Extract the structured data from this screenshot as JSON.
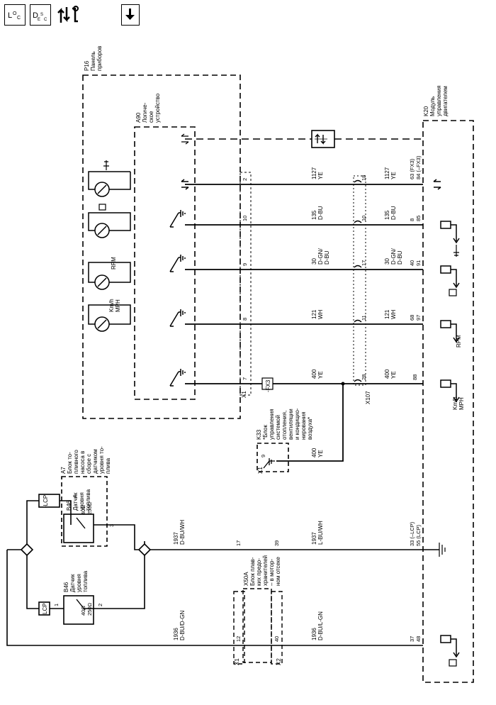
{
  "toolbar": {
    "loc": "L",
    "loc_sub": "O",
    "loc_sub2": "C",
    "desc": "D",
    "desc_sub": "E",
    "desc_sub2": "S",
    "desc_sub3": "C"
  },
  "components": {
    "p16": "P16",
    "p16_name_1": "Панель",
    "p16_name_2": "приборов",
    "a90": "A90",
    "a90_name_1": "Логиче-",
    "a90_name_2": "ское",
    "a90_name_3": "устройство",
    "k20": "K20",
    "k20_name_1": "Модуль",
    "k20_name_2": "управления",
    "k20_name_3": "двигателем",
    "k33": "K33",
    "k33_name_1": "*Блок",
    "k33_name_2": "управления",
    "k33_name_3": "системой",
    "k33_name_4": "отопления,",
    "k33_name_5": "вентиляции",
    "k33_name_6": "и кондицио-",
    "k33_name_7": "нирования",
    "k33_name_8": "воздуха*",
    "a7": "A7",
    "a7_name_1": "Блок то-",
    "a7_name_2": "пливного",
    "a7_name_3": "насоса в",
    "a7_name_4": "сборе с",
    "a7_name_5": "датчиком",
    "a7_name_6": "уровня то-",
    "a7_name_7": "плива",
    "b46a": "B46",
    "b46a_name_1": "Датчик",
    "b46a_name_2": "уровня",
    "b46a_name_3": "топлива",
    "b46b": "B46",
    "b46b_name_1": "Датчик",
    "b46b_name_2": "уровня",
    "b46b_name_3": "топлива",
    "x50a": "X50A",
    "x50a_name_1": "Блок плав-",
    "x50a_name_2": "ких предо-",
    "x50a_name_3": "хранителей",
    "x50a_name_4": "– в мотор-",
    "x50a_name_5": "ном отсеке",
    "x107": "X107",
    "x1": "X1",
    "x2": "X2",
    "x1_k33": "X1",
    "x1_p16": "X1"
  },
  "sensor": {
    "ohm40": "40Ω",
    "ohm250": "250Ω"
  },
  "gauges": {
    "rpm": "RPM",
    "kmh_1": "Km/h",
    "kmh_2": "MPH"
  },
  "labels": {
    "lcp": "LCP",
    "minus_lcp": "-LCP",
    "fx3": "-FX3",
    "rpm_k20": "RPM",
    "kmh_k20_1": "Km/h",
    "kmh_k20_2": "MPH"
  },
  "wires": {
    "w1127_a": "1127",
    "w1127_a_c": "YE",
    "w1127_b": "1127",
    "w1127_b_c": "YE",
    "w135_a": "135",
    "w135_a_c": "D-BU",
    "w135_b": "135",
    "w135_b_c": "D-BU",
    "w30_a": "30",
    "w30_a_c1": "D-GN/",
    "w30_a_c2": "D-BU",
    "w30_b": "30",
    "w30_b_c1": "D-GN/",
    "w30_b_c2": "D-BU",
    "w121_a": "121",
    "w121_a_c": "WH",
    "w121_b": "121",
    "w121_b_c": "WH",
    "w400_a": "400",
    "w400_a_c": "YE",
    "w400_b": "400",
    "w400_b_c": "YE",
    "w400_k": "400",
    "w400_k_c": "YE",
    "w1937_a": "1937",
    "w1937_a_c": "D-BU/WH",
    "w1937_b": "1937",
    "w1937_b_c": "L-BU/WH",
    "w1936_a": "1936",
    "w1936_a_c": "D-BU/D-GN",
    "w1936_b": "1936",
    "w1936_b_c": "D-BU/L-GN"
  },
  "pins": {
    "p16_2": "2",
    "p16_10": "10",
    "p16_9": "9",
    "p16_8": "8",
    "p16_7": "7",
    "x107_18": "18",
    "x107_10": "10",
    "x107_17": "17",
    "x107_11": "11",
    "x107_28": "28",
    "k20_63": "63 (FX3)",
    "k20_84": "84 (–FX3)",
    "k20_8": "8",
    "k20_85": "85",
    "k20_40": "40",
    "k20_91": "91",
    "k20_68": "68",
    "k20_97": "97",
    "k20_88": "88",
    "k20_33": "33 (–LCP)",
    "k20_55": "55 (LCP)",
    "k20_37": "37",
    "k20_48": "48",
    "k33_9": "9",
    "a7_4": "4",
    "a7_3": "3",
    "b46_1": "1",
    "b46_2": "2",
    "x50_17": "17",
    "x50_39": "39",
    "x50_12": "12",
    "x50_40": "40"
  }
}
